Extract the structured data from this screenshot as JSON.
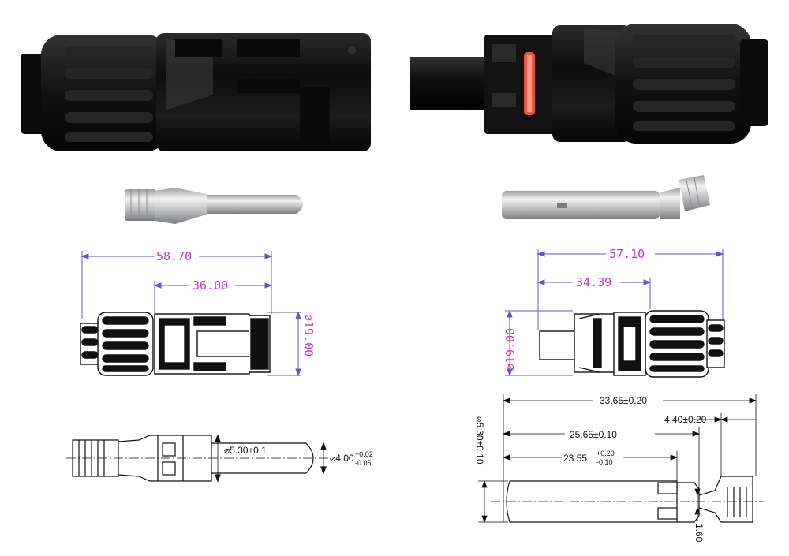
{
  "colors": {
    "dimension_line": "#5a5acf",
    "dimension_text": "#cc33cc",
    "drawing_line": "#111111",
    "body_black": "#141414",
    "metal": "#c9cacb",
    "seal_orange": "#e8553c"
  },
  "male_connector": {
    "overall_length": "58.70",
    "body_length": "36.00",
    "diameter": "⌀19.00"
  },
  "female_connector": {
    "overall_length": "57.10",
    "body_length": "34.39",
    "diameter": "⌀19.00"
  },
  "male_pin": {
    "diameter_5": "⌀5.30±0.1",
    "diameter_4": "⌀4.00",
    "tol_upper": "+0.02",
    "tol_lower": "-0.05"
  },
  "female_socket": {
    "total_length": "33.65±0.20",
    "tip_length": "4.40±0.20",
    "length_mid": "25.65±0.10",
    "length_short": "23.55",
    "tol_upper": "+0.20",
    "tol_lower": "-0.10",
    "diameter": "⌀5.30±0.10",
    "thickness": "1.60"
  }
}
